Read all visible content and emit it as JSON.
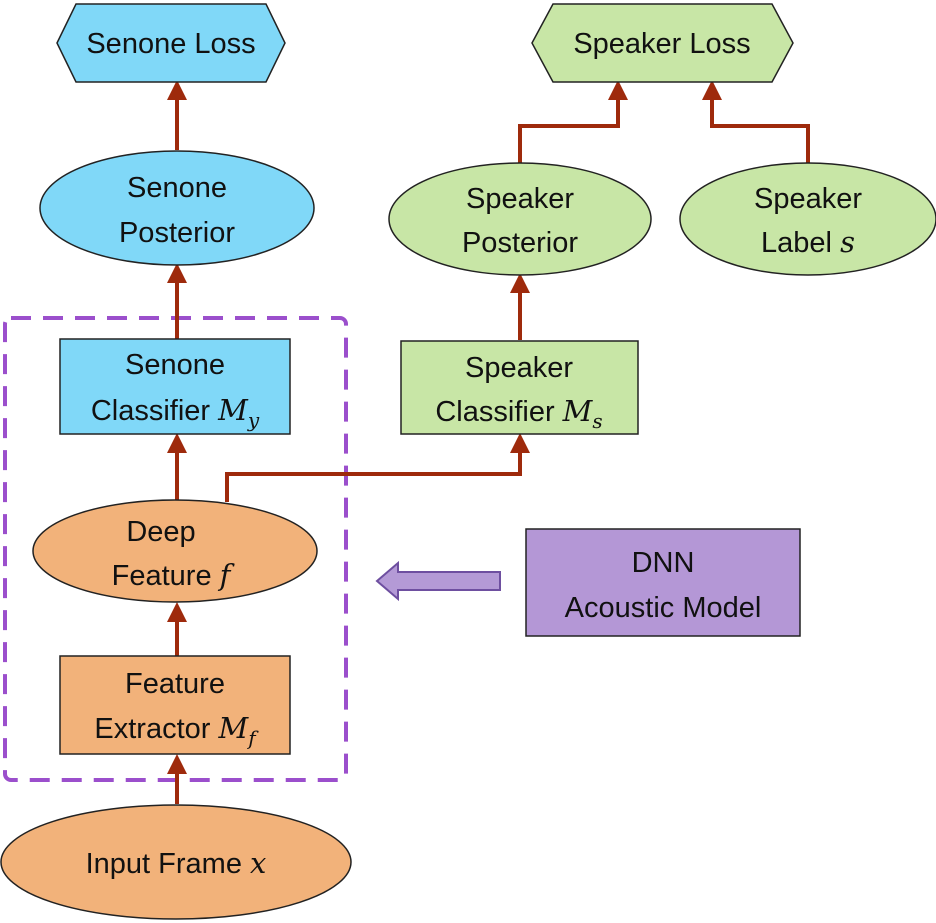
{
  "colors": {
    "blue": "#80d8f8",
    "green": "#c8e6a6",
    "orange": "#f2b27a",
    "purple": "#b497d6",
    "dashed_border": "#9b4fcc",
    "arrow": "#9e2a0c",
    "block_arrow_fill": "#b49ad6",
    "block_arrow_stroke": "#6e4fa0"
  },
  "nodes": {
    "senone_loss": {
      "label": "Senone Loss"
    },
    "speaker_loss": {
      "label": "Speaker Loss"
    },
    "senone_posterior": {
      "line1": "Senone",
      "line2": "Posterior"
    },
    "speaker_posterior": {
      "line1": "Speaker",
      "line2": "Posterior"
    },
    "speaker_label": {
      "line1": "Speaker",
      "line2_text": "Label ",
      "var": "s"
    },
    "senone_classifier": {
      "line1": "Senone",
      "line2_text": "Classifier ",
      "var": "M",
      "sub": "y"
    },
    "speaker_classifier": {
      "line1": "Speaker",
      "line2_text": "Classifier ",
      "var": "M",
      "sub": "s"
    },
    "deep_feature": {
      "line1": "Deep",
      "line2_text": "Feature ",
      "var": "f"
    },
    "feature_extractor": {
      "line1": "Feature",
      "line2_text": "Extractor ",
      "var": "M",
      "sub": "f"
    },
    "input_frame": {
      "text": "Input Frame ",
      "var": "x"
    },
    "dnn_acoustic_model": {
      "line1": "DNN",
      "line2": "Acoustic Model"
    }
  },
  "icons": [
    "arrow-icon",
    "block-arrow-icon"
  ]
}
